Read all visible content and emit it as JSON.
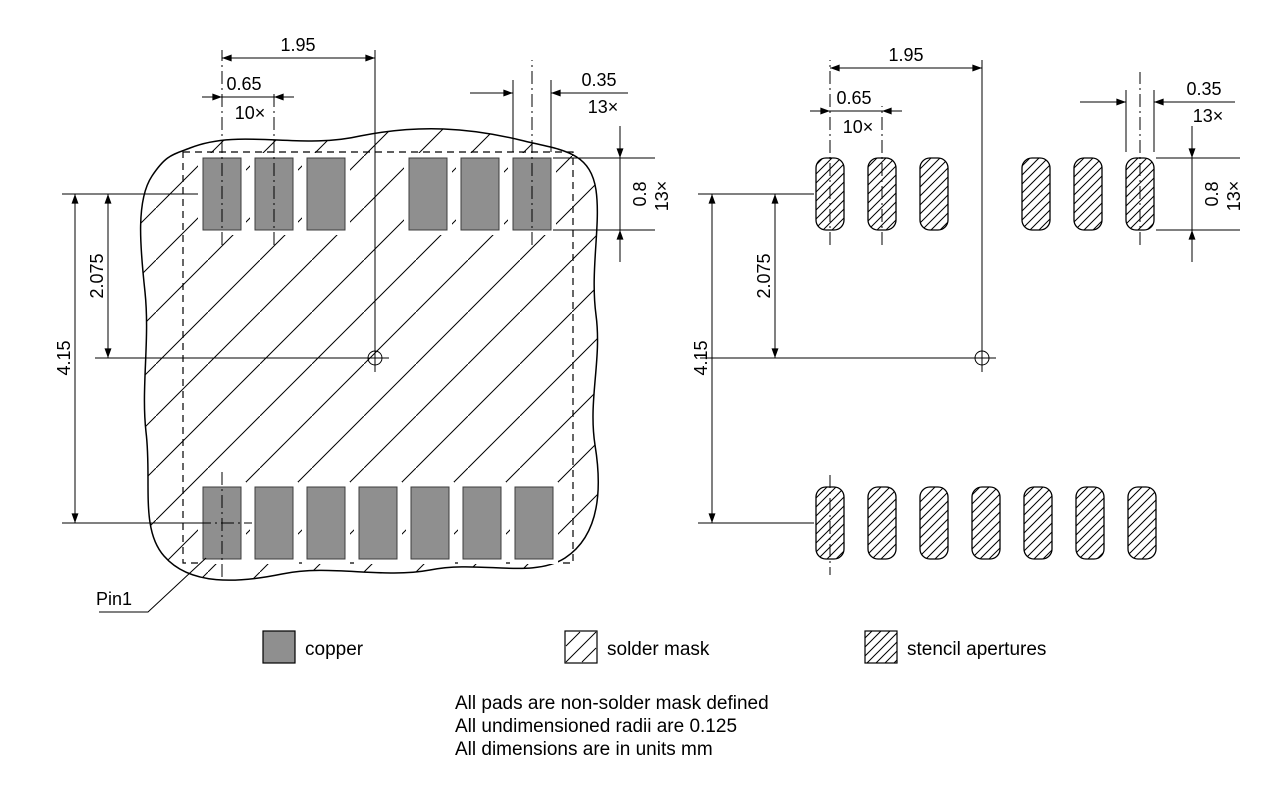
{
  "copper_view": {
    "pin1_label": "Pin1",
    "dims": {
      "pitch": "1.95",
      "pad_pitch": "0.65",
      "pad_pitch_count": "10×",
      "pad_width": "0.35",
      "pad_width_count": "13×",
      "pad_height": "0.8",
      "pad_height_count": "13×",
      "row_to_center": "2.075",
      "row_span": "4.15"
    }
  },
  "stencil_view": {
    "dims": {
      "pitch": "1.95",
      "pad_pitch": "0.65",
      "pad_pitch_count": "10×",
      "aperture_width": "0.35",
      "aperture_width_count": "13×",
      "aperture_height": "0.8",
      "aperture_height_count": "13×",
      "row_to_center": "2.075",
      "row_span": "4.15"
    }
  },
  "legend": {
    "items": [
      {
        "label": "copper",
        "swatch": "copper-fill"
      },
      {
        "label": "solder mask",
        "swatch": "sparse-hatch"
      },
      {
        "label": "stencil apertures",
        "swatch": "dense-hatch"
      }
    ]
  },
  "notes": [
    "All pads are non-solder mask defined",
    "All undimensioned radii are 0.125",
    "All dimensions are in units mm"
  ],
  "colors": {
    "copper": "#8f8f8f",
    "line": "#000000",
    "background": "#ffffff"
  }
}
